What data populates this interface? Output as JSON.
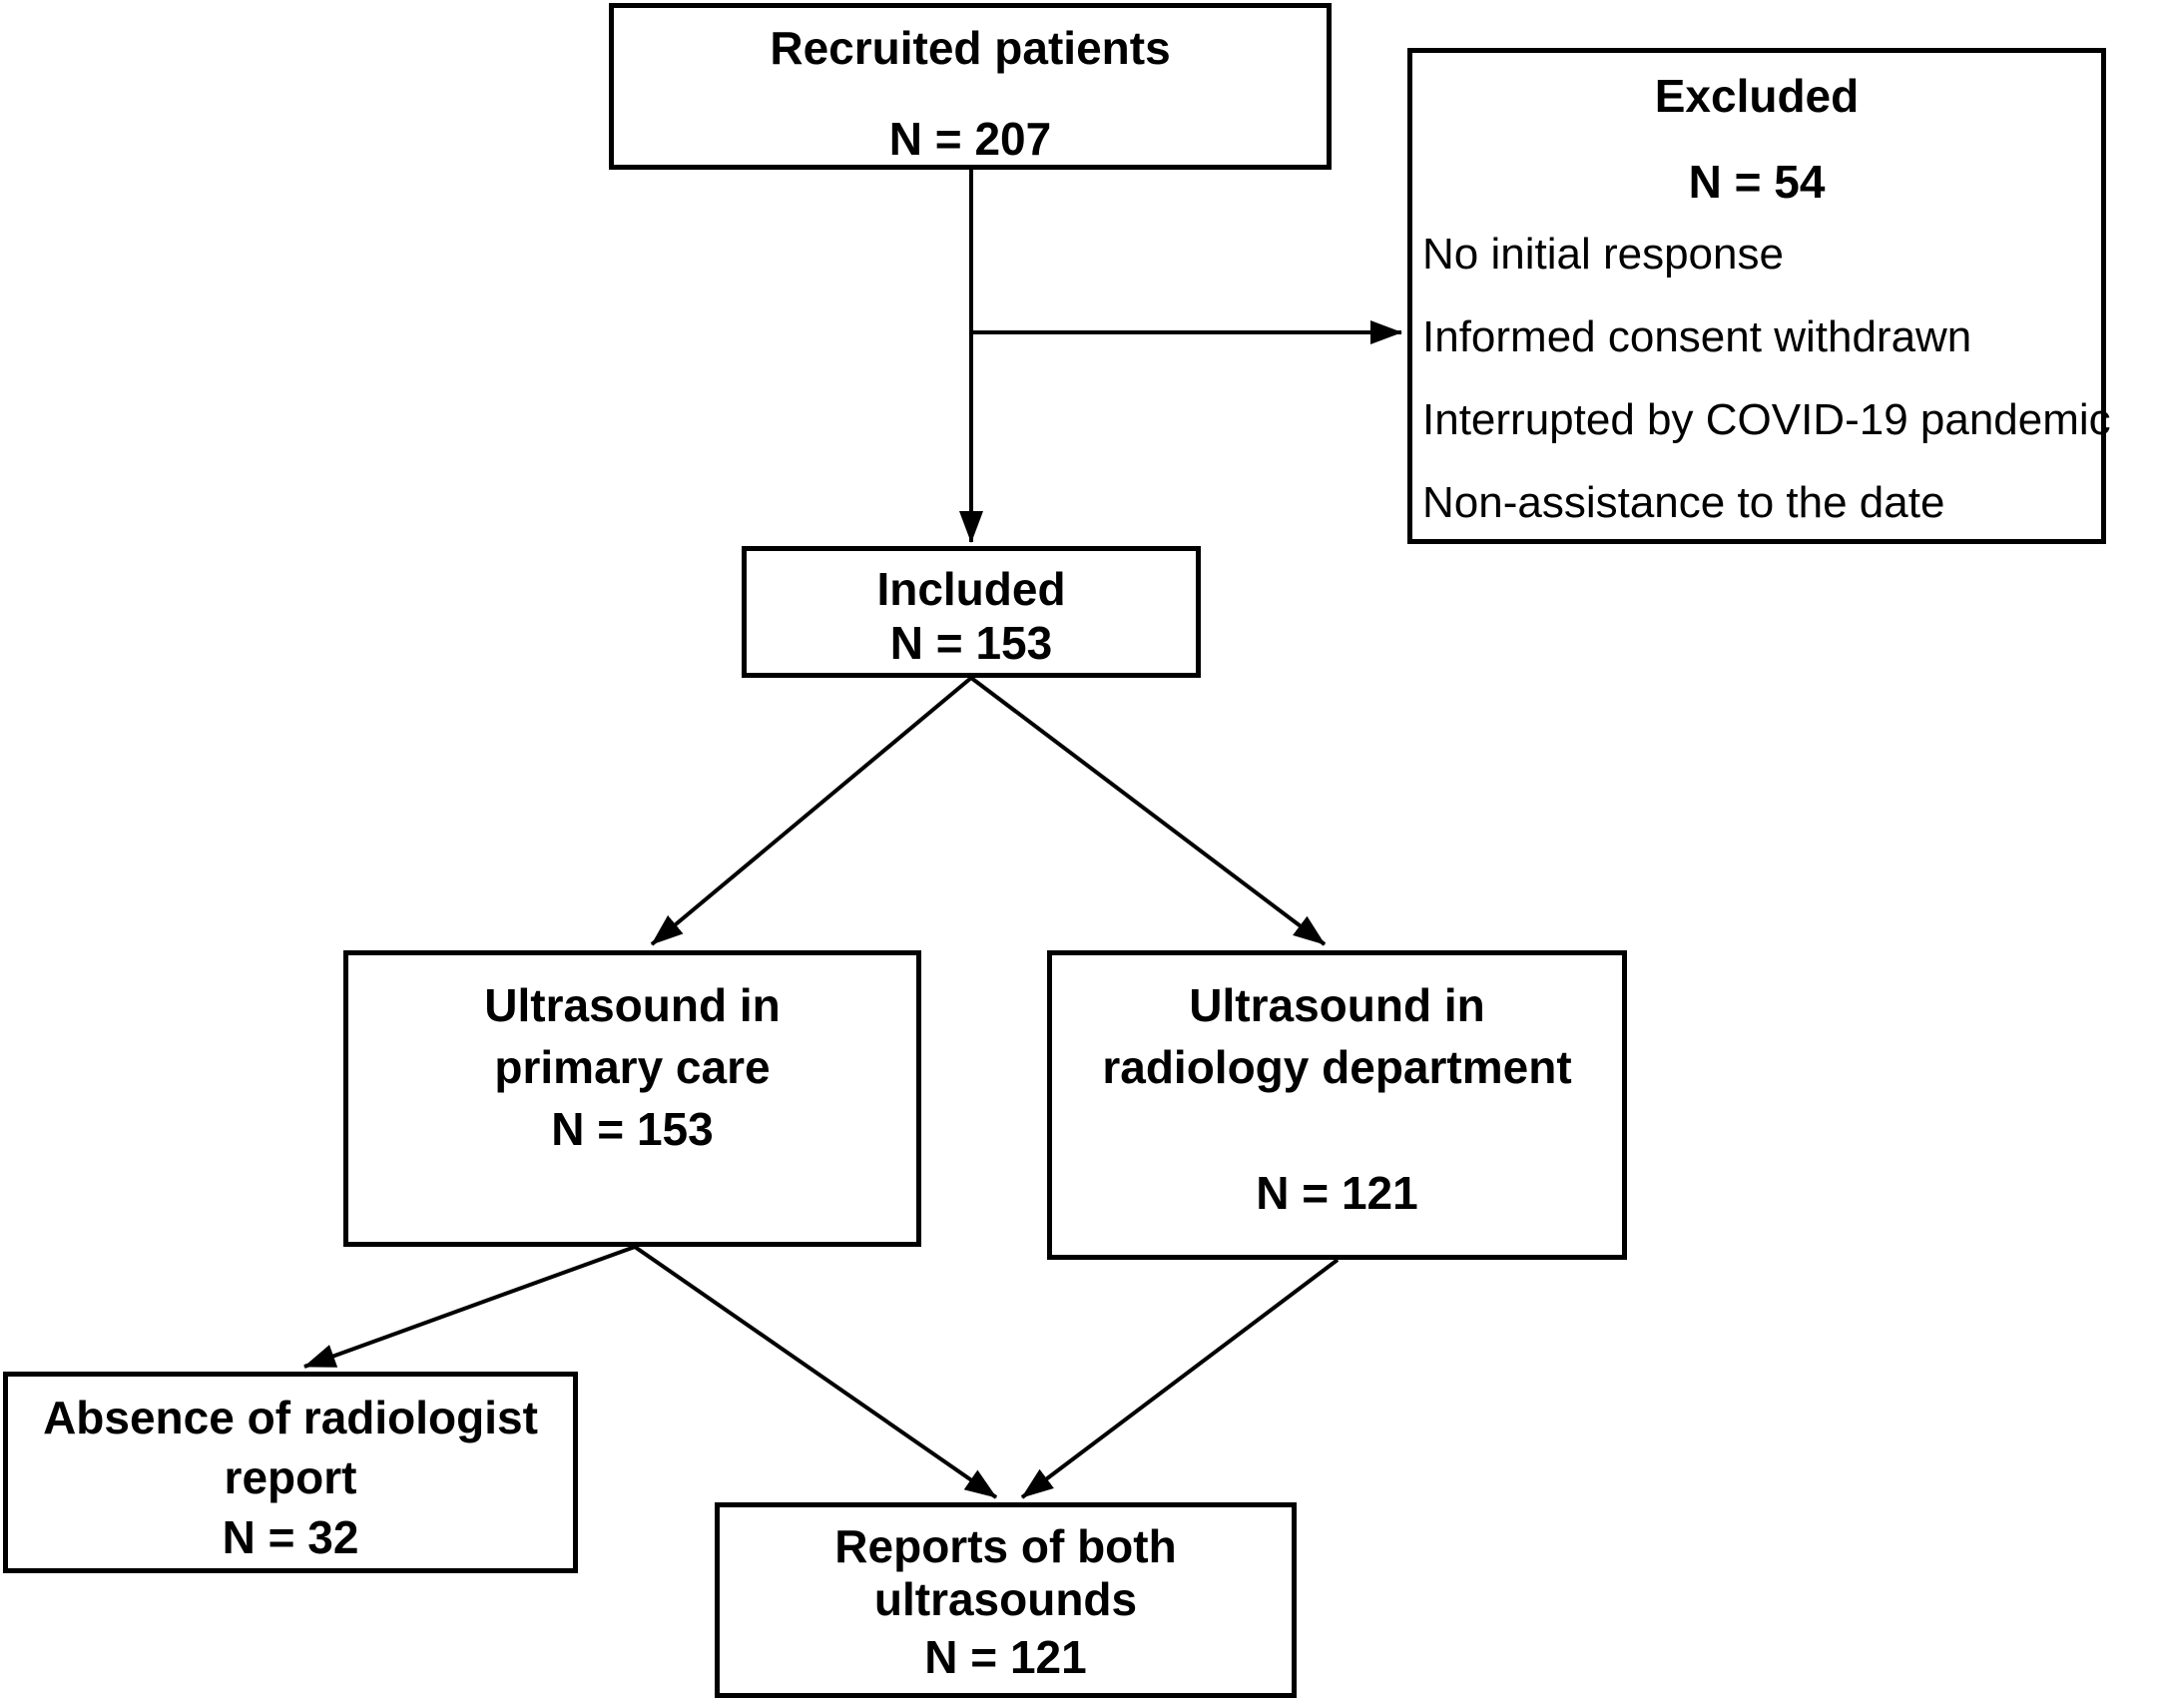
{
  "figure": {
    "boxes": {
      "recruited": {
        "title": "Recruited patients",
        "count": "N = 207"
      },
      "excluded": {
        "title": "Excluded",
        "count": "N = 54",
        "reasons": [
          "No initial response",
          "Informed consent withdrawn",
          "Interrupted by COVID-19 pandemic",
          "Non-assistance to the date"
        ]
      },
      "included": {
        "title": "Included",
        "count": "N = 153"
      },
      "primary_care": {
        "line1": "Ultrasound in",
        "line2": "primary care",
        "count": "N = 153"
      },
      "radiology": {
        "line1": "Ultrasound in",
        "line2": "radiology department",
        "count": "N = 121"
      },
      "no_report": {
        "line1": "Absence of radiologist",
        "line2": "report",
        "count": "N = 32"
      },
      "both_reports": {
        "line1": "Reports of both",
        "line2": "ultrasounds",
        "count": "N = 121"
      }
    },
    "colors": {
      "ink": "#000000",
      "background": "#ffffff"
    }
  }
}
